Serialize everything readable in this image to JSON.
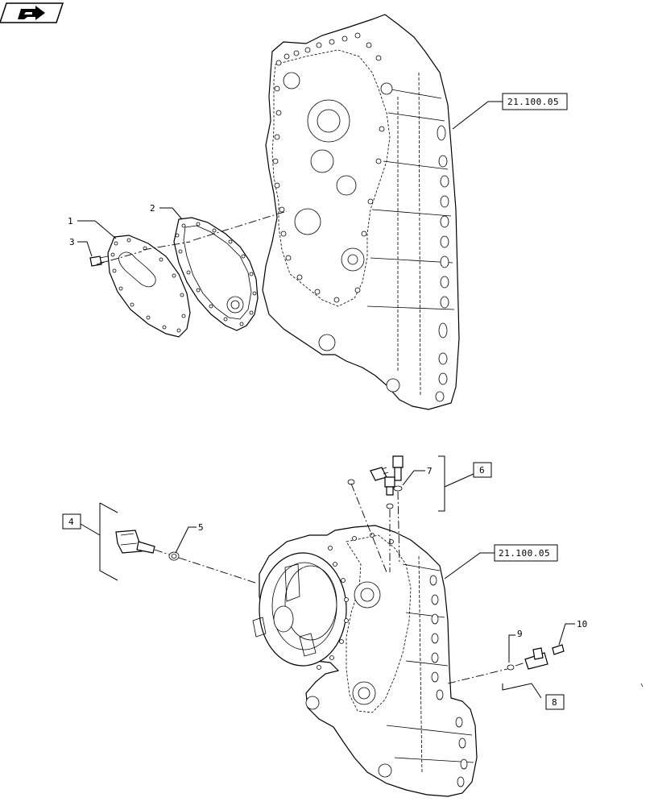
{
  "nav": {
    "icon": "next-page-arrow-icon"
  },
  "references": {
    "upper": "21.100.05",
    "lower": "21.100.05"
  },
  "callouts": {
    "c1": "1",
    "c2": "2",
    "c3": "3",
    "c4": "4",
    "c5": "5",
    "c6": "6",
    "c7": "7",
    "c8": "8",
    "c9": "9",
    "c10": "10"
  }
}
